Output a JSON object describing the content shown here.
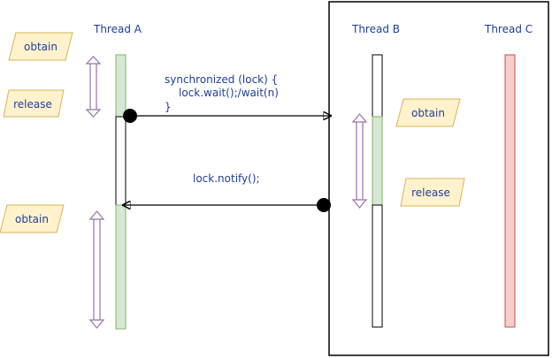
{
  "threads": {
    "a": "Thread A",
    "b": "Thread B",
    "c": "Thread C"
  },
  "tags": {
    "a_obtain_1": "obtain",
    "a_release": "release",
    "a_obtain_2": "obtain",
    "b_obtain": "obtain",
    "b_release": "release"
  },
  "messages": {
    "wait_line_1": "synchronized (lock) {",
    "wait_line_2": "lock.wait();/wait(n)",
    "wait_line_3": "}",
    "notify": "lock.notify();"
  },
  "colors": {
    "text_blue": "#1f3f9a",
    "tag_fill": "#fff2cc",
    "tag_stroke": "#d6b656",
    "green_fill": "#d5e8d4",
    "green_stroke": "#82b366",
    "red_fill": "#f8cecc",
    "red_stroke": "#b85450",
    "purple_arrow": "#9673a6"
  }
}
